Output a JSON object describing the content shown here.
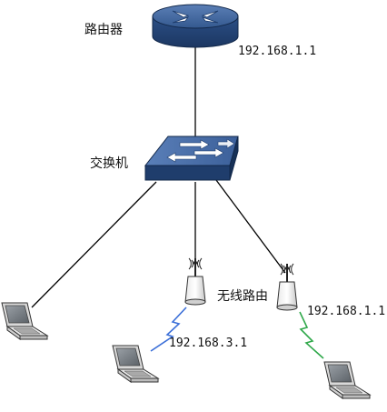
{
  "labels": {
    "router": "路由器",
    "router_ip": "192.168.1.1",
    "switch": "交换机",
    "wireless_router": "无线路由",
    "ap1_client_ip": "192.168.3.1",
    "ap2_ip": "192.168.1.1"
  },
  "colors": {
    "router_body": "#2a4e83",
    "switch_body": "#2a4e83",
    "wireless_link_1": "#3b6fd8",
    "wireless_link_2": "#2fa84a"
  },
  "icons": {
    "router": "router-icon",
    "switch": "switch-icon",
    "access_point": "wireless-ap-icon",
    "laptop": "laptop-icon"
  }
}
